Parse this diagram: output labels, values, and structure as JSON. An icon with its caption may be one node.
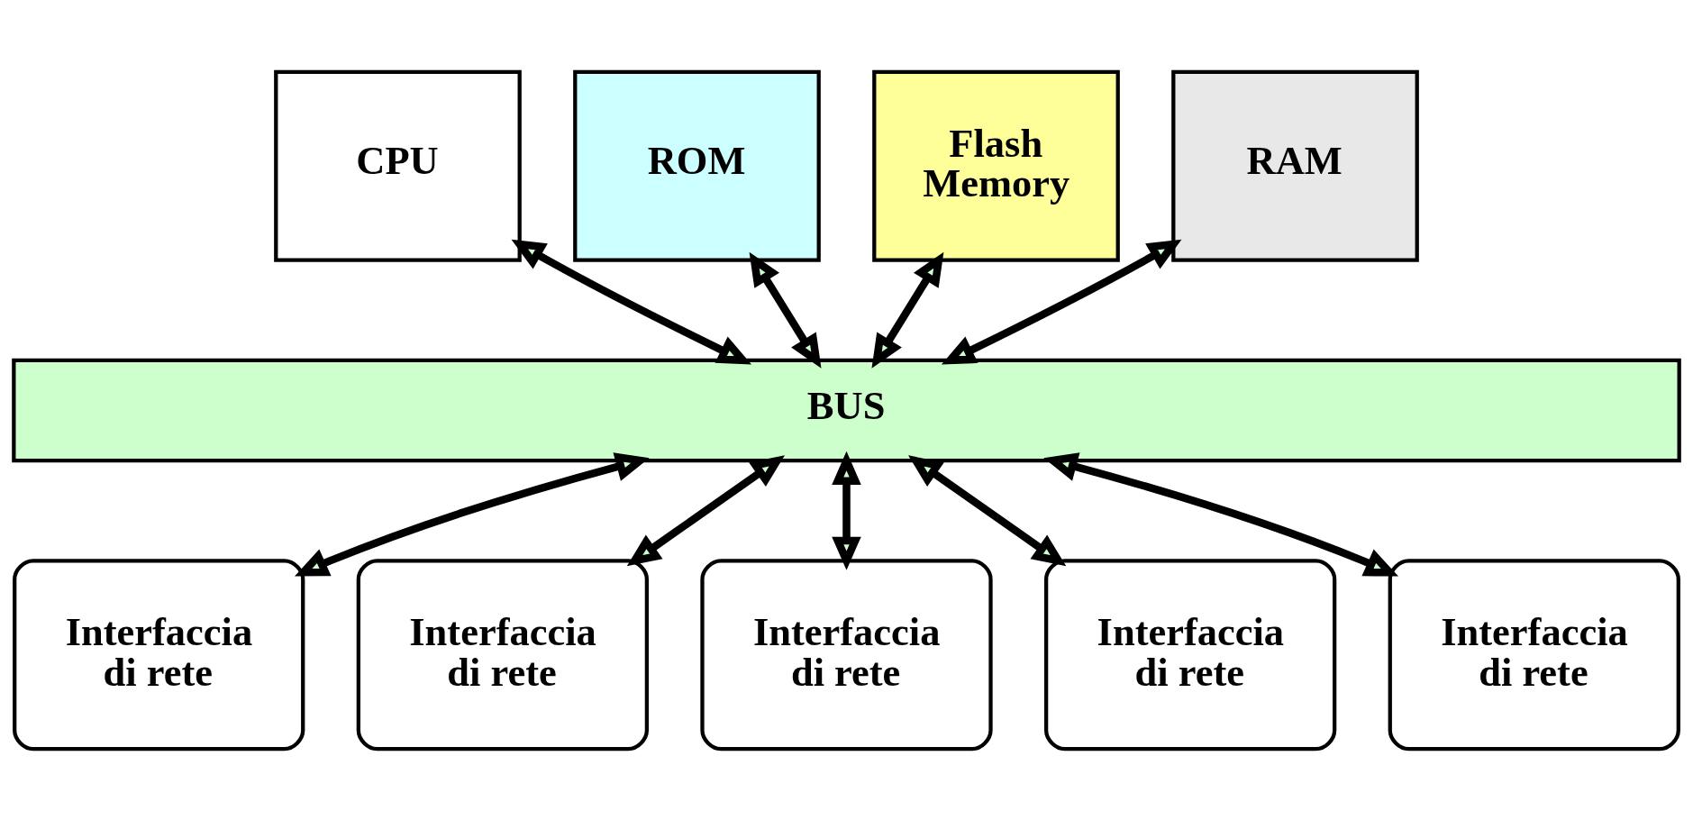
{
  "diagram": {
    "nodes": [
      {
        "text": [
          "CPU"
        ]
      },
      {
        "text": [
          "ROM"
        ]
      },
      {
        "text": [
          "Flash Memory"
        ]
      },
      {
        "text": [
          "RAM"
        ]
      },
      {
        "text": [
          "BUS"
        ]
      },
      {
        "text": [
          "Interfaccia di rete"
        ]
      },
      {
        "text": [
          "Interfaccia di rete"
        ]
      },
      {
        "text": [
          "Interfaccia di rete"
        ]
      },
      {
        "text": [
          "Interfaccia di rete"
        ]
      },
      {
        "text": [
          "Interfaccia di rete"
        ]
      }
    ],
    "edges": [
      {
        "from": 0,
        "to": 4,
        "arrow": "both"
      },
      {
        "from": 1,
        "to": 4,
        "arrow": "both"
      },
      {
        "from": 2,
        "to": 4,
        "arrow": "both"
      },
      {
        "from": 3,
        "to": 4,
        "arrow": "both"
      },
      {
        "from": 4,
        "to": 5,
        "arrow": "both"
      },
      {
        "from": 4,
        "to": 6,
        "arrow": "both"
      },
      {
        "from": 4,
        "to": 7,
        "arrow": "both"
      },
      {
        "from": 4,
        "to": 8,
        "arrow": "both"
      },
      {
        "from": 4,
        "to": 9,
        "arrow": "both"
      }
    ]
  }
}
